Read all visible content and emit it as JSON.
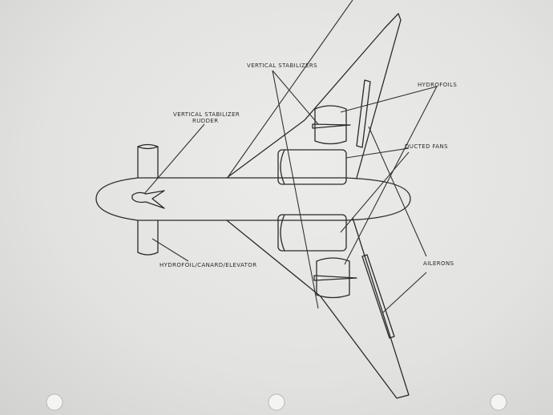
{
  "labels": {
    "vertical_stabilizers": "VERTICAL STABILIZERS",
    "hydrofoils": "HYDROFOILS",
    "vertical_stabilizer_rudder_line1": "VERTICAL STABILIZER",
    "vertical_stabilizer_rudder_line2": "RUDDER",
    "ducted_fans": "DUCTED FANS",
    "hydrofoil_canard_elevator": "HYDROFOIL/CANARD/ELEVATOR",
    "ailerons": "AILERONS"
  }
}
